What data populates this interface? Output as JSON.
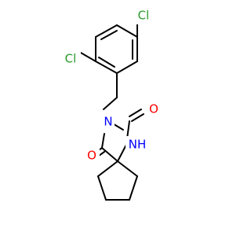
{
  "molecule": {
    "atoms": {
      "cl_top": "Cl",
      "cl_left": "Cl",
      "o_right": "O",
      "o_left": "O",
      "n_imide": "N",
      "nh": "NH"
    },
    "colors": {
      "chlorine": "#2a9a2a",
      "oxygen": "#ff0000",
      "nitrogen": "#0000ff",
      "bond": "#000000",
      "background": "#ffffff"
    }
  }
}
